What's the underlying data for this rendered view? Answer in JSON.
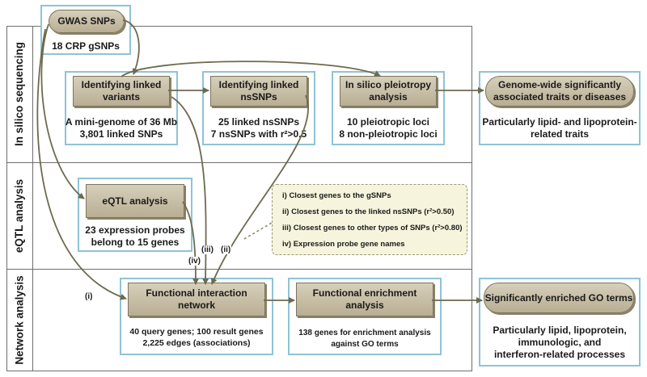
{
  "sections": {
    "in_silico": "In silico sequencing",
    "eqtl": "eQTL analysis",
    "network": "Network analysis"
  },
  "gwas": {
    "title": "GWAS SNPs",
    "text": "18 CRP gSNPs"
  },
  "linked_variants": {
    "title_line1": "Identifying linked",
    "title_line2": "variants",
    "text_line1": "A mini-genome of 36 Mb",
    "text_line2": "3,801 linked SNPs"
  },
  "linked_nssnps": {
    "title_line1": "Identifying linked",
    "title_line2": "nsSNPs",
    "text_line1": "25 linked nsSNPs",
    "text_line2": "7 nsSNPs with r²>0.5"
  },
  "pleiotropy": {
    "title_line1": "In silico pleiotropy",
    "title_line2": "analysis",
    "text_line1": "10 pleiotropic loci",
    "text_line2": "8 non-pleiotropic loci"
  },
  "genome_wide": {
    "title_line1": "Genome-wide significantly",
    "title_line2": "associated traits or diseases",
    "text_line1": "Particularly lipid- and lipoprotein-",
    "text_line2": "related traits"
  },
  "eqtl_box": {
    "title": "eQTL analysis",
    "text_line1": "23 expression probes",
    "text_line2": "belong to 15 genes"
  },
  "note": {
    "line1": "i) Closest genes to the gSNPs",
    "line2": "ii) Closest genes to the linked nsSNPs (r²>0.50)",
    "line3": "iii) Closest genes to other types of SNPs (r²>0.80)",
    "line4": "iv) Expression probe gene names"
  },
  "interaction": {
    "title_line1": "Functional interaction",
    "title_line2": "network",
    "text_line1": "40 query genes; 100 result genes",
    "text_line2": "2,225 edges (associations)"
  },
  "enrichment": {
    "title_line1": "Functional enrichment",
    "title_line2": "analysis",
    "text_line1": "138 genes for enrichment analysis",
    "text_line2": "against GO terms"
  },
  "go_terms": {
    "title": "Significantly enriched GO terms",
    "text_line1": "Particularly lipid, lipoprotein,",
    "text_line2": "immunologic, and",
    "text_line3": "interferon-related processes"
  },
  "arrow_labels": {
    "i": "(i)",
    "ii": "(ii)",
    "iii": "(iii)",
    "iv": "(iv)"
  },
  "colors": {
    "card_border": "#8fc3d6",
    "header_fill": "#c8c0a6",
    "arrow": "#6e6a4f",
    "note_fill": "#f6f4dc"
  }
}
